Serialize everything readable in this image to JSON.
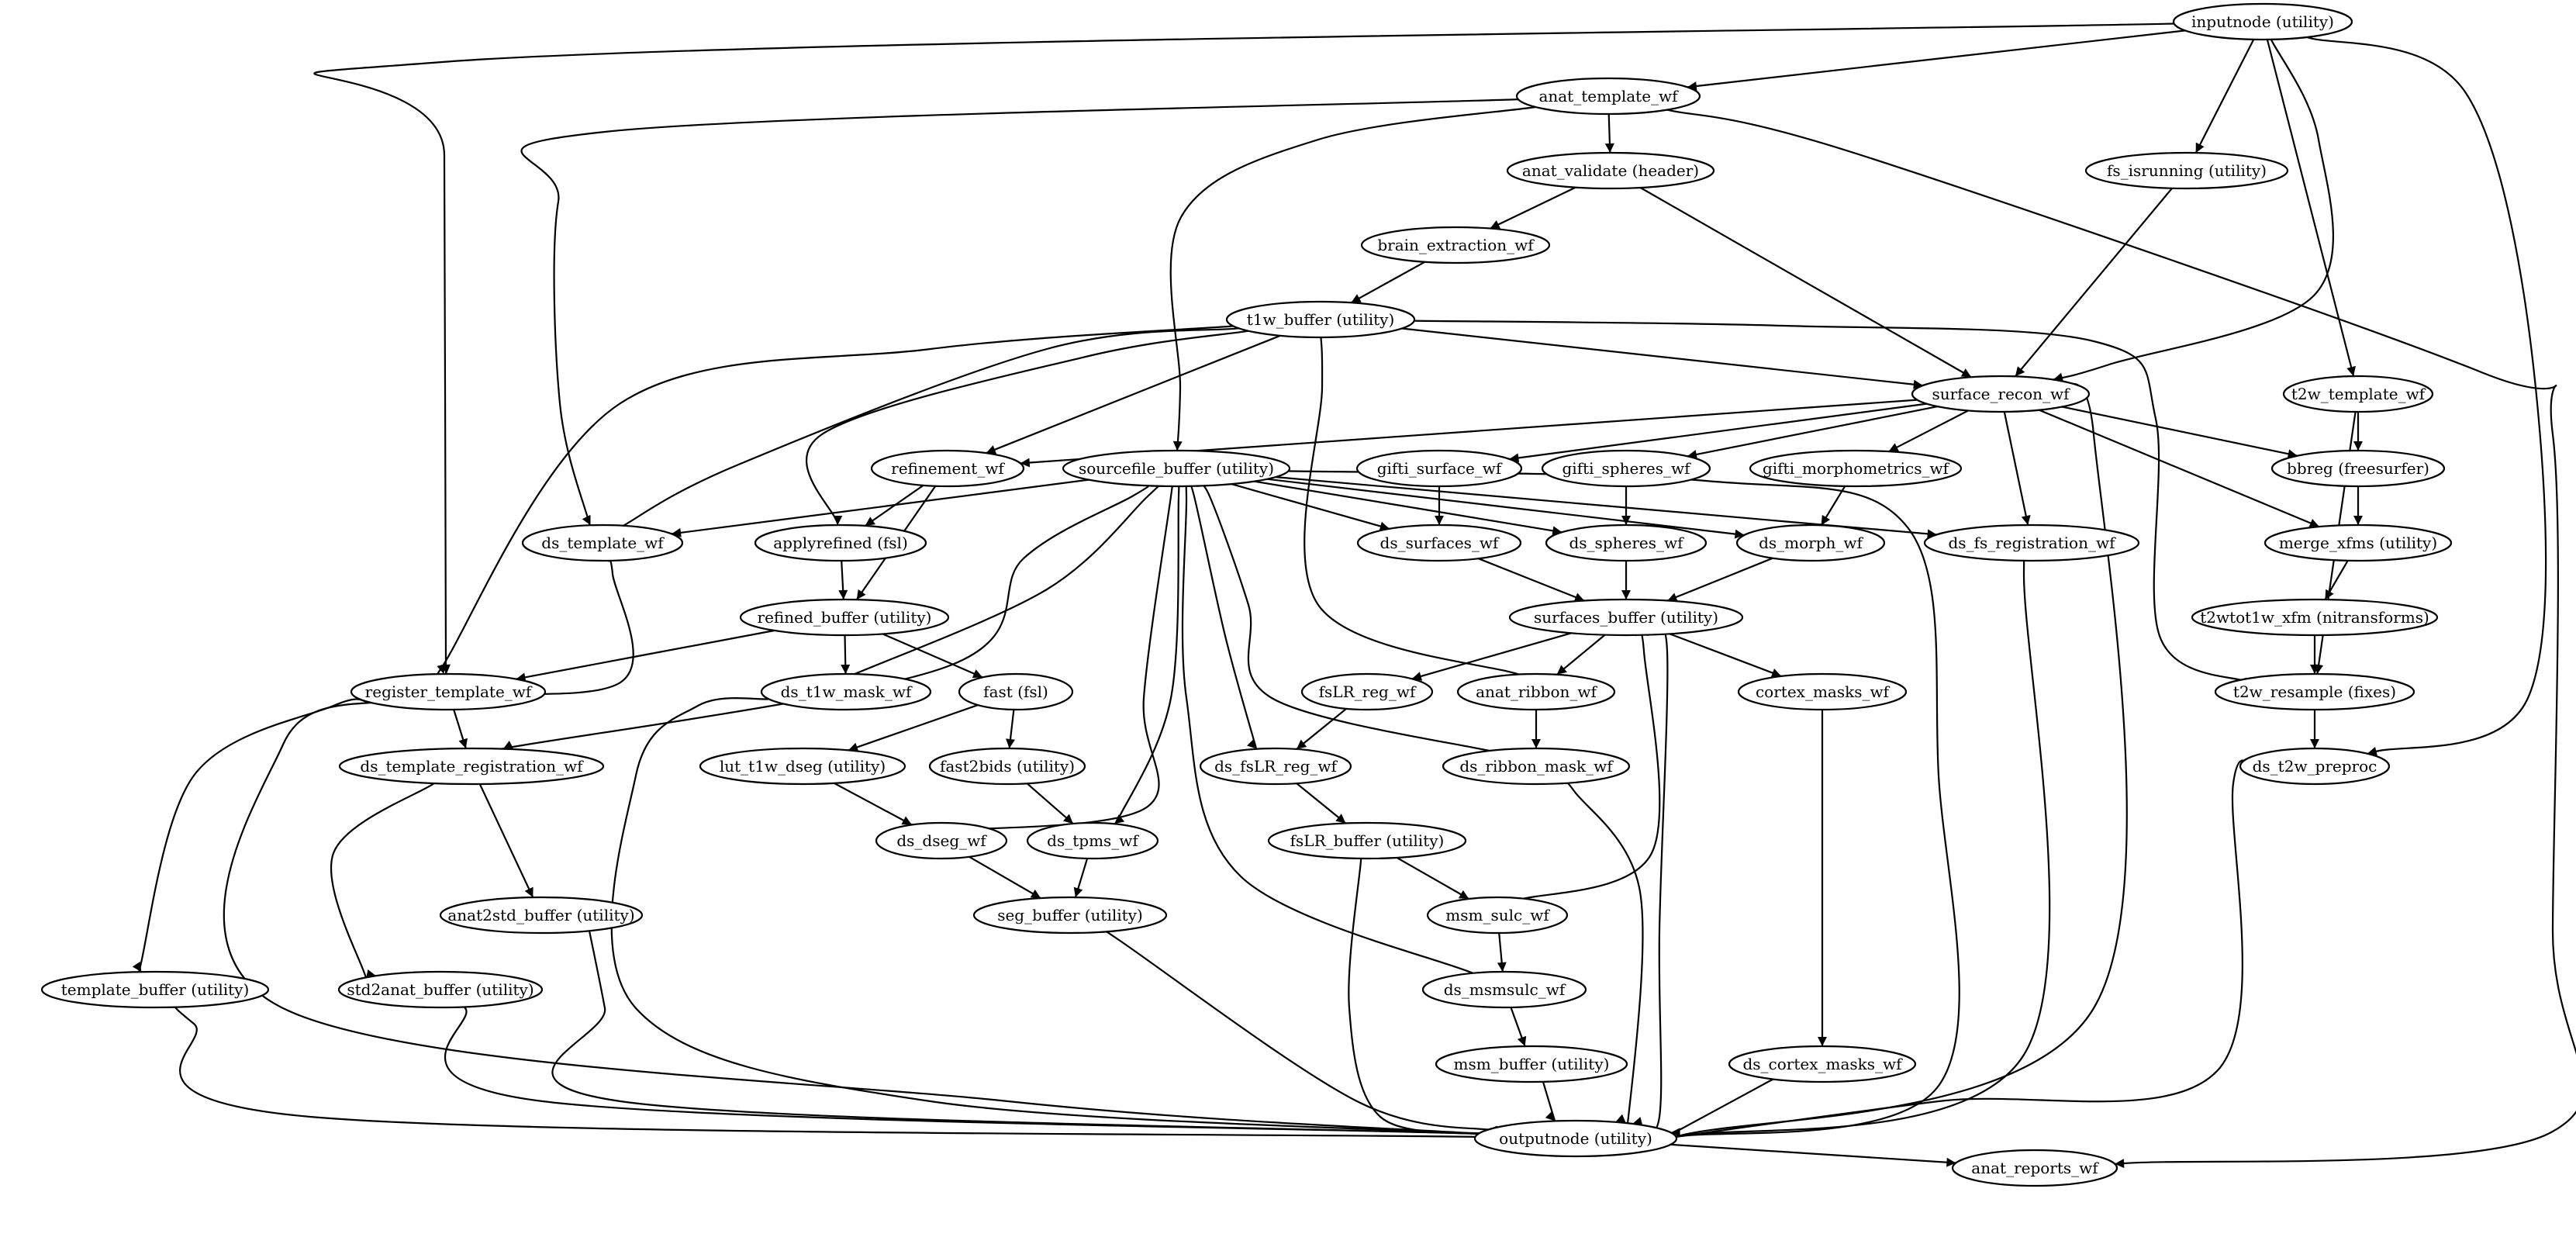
{
  "diagram": {
    "nodes": [
      {
        "id": "inputnode",
        "label": "inputnode (utility)"
      },
      {
        "id": "anat_template_wf",
        "label": "anat_template_wf"
      },
      {
        "id": "anat_validate",
        "label": "anat_validate (header)"
      },
      {
        "id": "fs_isrunning",
        "label": "fs_isrunning (utility)"
      },
      {
        "id": "brain_extraction_wf",
        "label": "brain_extraction_wf"
      },
      {
        "id": "t1w_buffer",
        "label": "t1w_buffer (utility)"
      },
      {
        "id": "surface_recon_wf",
        "label": "surface_recon_wf"
      },
      {
        "id": "t2w_template_wf",
        "label": "t2w_template_wf"
      },
      {
        "id": "refinement_wf",
        "label": "refinement_wf"
      },
      {
        "id": "sourcefile_buffer",
        "label": "sourcefile_buffer (utility)"
      },
      {
        "id": "gifti_surface_wf",
        "label": "gifti_surface_wf"
      },
      {
        "id": "gifti_spheres_wf",
        "label": "gifti_spheres_wf"
      },
      {
        "id": "gifti_morphometrics_wf",
        "label": "gifti_morphometrics_wf"
      },
      {
        "id": "bbreg",
        "label": "bbreg (freesurfer)"
      },
      {
        "id": "ds_template_wf",
        "label": "ds_template_wf"
      },
      {
        "id": "applyrefined",
        "label": "applyrefined (fsl)"
      },
      {
        "id": "ds_surfaces_wf",
        "label": "ds_surfaces_wf"
      },
      {
        "id": "ds_spheres_wf",
        "label": "ds_spheres_wf"
      },
      {
        "id": "ds_morph_wf",
        "label": "ds_morph_wf"
      },
      {
        "id": "ds_fs_registration_wf",
        "label": "ds_fs_registration_wf"
      },
      {
        "id": "merge_xfms",
        "label": "merge_xfms (utility)"
      },
      {
        "id": "refined_buffer",
        "label": "refined_buffer (utility)"
      },
      {
        "id": "surfaces_buffer",
        "label": "surfaces_buffer (utility)"
      },
      {
        "id": "t2wtot1w_xfm",
        "label": "t2wtot1w_xfm (nitransforms)"
      },
      {
        "id": "register_template_wf",
        "label": "register_template_wf"
      },
      {
        "id": "ds_t1w_mask_wf",
        "label": "ds_t1w_mask_wf"
      },
      {
        "id": "fast",
        "label": "fast (fsl)"
      },
      {
        "id": "fsLR_reg_wf",
        "label": "fsLR_reg_wf"
      },
      {
        "id": "anat_ribbon_wf",
        "label": "anat_ribbon_wf"
      },
      {
        "id": "cortex_masks_wf",
        "label": "cortex_masks_wf"
      },
      {
        "id": "t2w_resample",
        "label": "t2w_resample (fixes)"
      },
      {
        "id": "ds_template_registration_wf",
        "label": "ds_template_registration_wf"
      },
      {
        "id": "lut_t1w_dseg",
        "label": "lut_t1w_dseg (utility)"
      },
      {
        "id": "fast2bids",
        "label": "fast2bids (utility)"
      },
      {
        "id": "ds_fsLR_reg_wf",
        "label": "ds_fsLR_reg_wf"
      },
      {
        "id": "ds_ribbon_mask_wf",
        "label": "ds_ribbon_mask_wf"
      },
      {
        "id": "ds_t2w_preproc",
        "label": "ds_t2w_preproc"
      },
      {
        "id": "ds_dseg_wf",
        "label": "ds_dseg_wf"
      },
      {
        "id": "ds_tpms_wf",
        "label": "ds_tpms_wf"
      },
      {
        "id": "fsLR_buffer",
        "label": "fsLR_buffer (utility)"
      },
      {
        "id": "anat2std_buffer",
        "label": "anat2std_buffer (utility)"
      },
      {
        "id": "seg_buffer",
        "label": "seg_buffer (utility)"
      },
      {
        "id": "msm_sulc_wf",
        "label": "msm_sulc_wf"
      },
      {
        "id": "template_buffer",
        "label": "template_buffer (utility)"
      },
      {
        "id": "std2anat_buffer",
        "label": "std2anat_buffer (utility)"
      },
      {
        "id": "ds_msmsulc_wf",
        "label": "ds_msmsulc_wf"
      },
      {
        "id": "msm_buffer",
        "label": "msm_buffer (utility)"
      },
      {
        "id": "ds_cortex_masks_wf",
        "label": "ds_cortex_masks_wf"
      },
      {
        "id": "outputnode",
        "label": "outputnode (utility)"
      },
      {
        "id": "anat_reports_wf",
        "label": "anat_reports_wf"
      }
    ],
    "edges": [
      [
        "inputnode",
        "anat_template_wf"
      ],
      [
        "inputnode",
        "register_template_wf"
      ],
      [
        "inputnode",
        "fs_isrunning"
      ],
      [
        "inputnode",
        "surface_recon_wf"
      ],
      [
        "inputnode",
        "t2w_template_wf"
      ],
      [
        "inputnode",
        "ds_t2w_preproc"
      ],
      [
        "anat_template_wf",
        "anat_validate"
      ],
      [
        "anat_template_wf",
        "ds_template_wf"
      ],
      [
        "anat_template_wf",
        "sourcefile_buffer"
      ],
      [
        "anat_template_wf",
        "anat_reports_wf"
      ],
      [
        "anat_validate",
        "brain_extraction_wf"
      ],
      [
        "anat_validate",
        "surface_recon_wf"
      ],
      [
        "fs_isrunning",
        "surface_recon_wf"
      ],
      [
        "brain_extraction_wf",
        "t1w_buffer"
      ],
      [
        "t1w_buffer",
        "surface_recon_wf"
      ],
      [
        "t1w_buffer",
        "refinement_wf"
      ],
      [
        "t1w_buffer",
        "ds_template_wf"
      ],
      [
        "t1w_buffer",
        "applyrefined"
      ],
      [
        "t1w_buffer",
        "register_template_wf"
      ],
      [
        "t1w_buffer",
        "anat_ribbon_wf"
      ],
      [
        "t1w_buffer",
        "t2w_resample"
      ],
      [
        "surface_recon_wf",
        "refinement_wf"
      ],
      [
        "surface_recon_wf",
        "gifti_surface_wf"
      ],
      [
        "surface_recon_wf",
        "gifti_spheres_wf"
      ],
      [
        "surface_recon_wf",
        "gifti_morphometrics_wf"
      ],
      [
        "surface_recon_wf",
        "bbreg"
      ],
      [
        "surface_recon_wf",
        "merge_xfms"
      ],
      [
        "surface_recon_wf",
        "ds_fs_registration_wf"
      ],
      [
        "surface_recon_wf",
        "outputnode"
      ],
      [
        "t2w_template_wf",
        "bbreg"
      ],
      [
        "t2w_template_wf",
        "t2w_resample"
      ],
      [
        "refinement_wf",
        "applyrefined"
      ],
      [
        "refinement_wf",
        "refined_buffer"
      ],
      [
        "sourcefile_buffer",
        "ds_template_wf"
      ],
      [
        "sourcefile_buffer",
        "ds_surfaces_wf"
      ],
      [
        "sourcefile_buffer",
        "ds_spheres_wf"
      ],
      [
        "sourcefile_buffer",
        "ds_morph_wf"
      ],
      [
        "sourcefile_buffer",
        "ds_fs_registration_wf"
      ],
      [
        "sourcefile_buffer",
        "ds_t1w_mask_wf"
      ],
      [
        "sourcefile_buffer",
        "ds_template_registration_wf"
      ],
      [
        "sourcefile_buffer",
        "ds_dseg_wf"
      ],
      [
        "sourcefile_buffer",
        "ds_tpms_wf"
      ],
      [
        "sourcefile_buffer",
        "ds_fsLR_reg_wf"
      ],
      [
        "sourcefile_buffer",
        "ds_ribbon_mask_wf"
      ],
      [
        "sourcefile_buffer",
        "ds_msmsulc_wf"
      ],
      [
        "sourcefile_buffer",
        "outputnode"
      ],
      [
        "gifti_surface_wf",
        "ds_surfaces_wf"
      ],
      [
        "gifti_spheres_wf",
        "ds_spheres_wf"
      ],
      [
        "gifti_morphometrics_wf",
        "ds_morph_wf"
      ],
      [
        "bbreg",
        "merge_xfms"
      ],
      [
        "merge_xfms",
        "t2wtot1w_xfm"
      ],
      [
        "t2wtot1w_xfm",
        "t2w_resample"
      ],
      [
        "t2w_resample",
        "ds_t2w_preproc"
      ],
      [
        "ds_t2w_preproc",
        "outputnode"
      ],
      [
        "applyrefined",
        "refined_buffer"
      ],
      [
        "ds_surfaces_wf",
        "surfaces_buffer"
      ],
      [
        "ds_spheres_wf",
        "surfaces_buffer"
      ],
      [
        "ds_morph_wf",
        "surfaces_buffer"
      ],
      [
        "ds_template_wf",
        "outputnode"
      ],
      [
        "ds_fs_registration_wf",
        "outputnode"
      ],
      [
        "refined_buffer",
        "register_template_wf"
      ],
      [
        "refined_buffer",
        "ds_t1w_mask_wf"
      ],
      [
        "refined_buffer",
        "fast"
      ],
      [
        "surfaces_buffer",
        "fsLR_reg_wf"
      ],
      [
        "surfaces_buffer",
        "anat_ribbon_wf"
      ],
      [
        "surfaces_buffer",
        "cortex_masks_wf"
      ],
      [
        "surfaces_buffer",
        "msm_sulc_wf"
      ],
      [
        "surfaces_buffer",
        "outputnode"
      ],
      [
        "register_template_wf",
        "ds_template_registration_wf"
      ],
      [
        "register_template_wf",
        "template_buffer"
      ],
      [
        "ds_t1w_mask_wf",
        "outputnode"
      ],
      [
        "fast",
        "lut_t1w_dseg"
      ],
      [
        "fast",
        "fast2bids"
      ],
      [
        "fsLR_reg_wf",
        "ds_fsLR_reg_wf"
      ],
      [
        "anat_ribbon_wf",
        "ds_ribbon_mask_wf"
      ],
      [
        "cortex_masks_wf",
        "ds_cortex_masks_wf"
      ],
      [
        "ds_template_registration_wf",
        "anat2std_buffer"
      ],
      [
        "ds_template_registration_wf",
        "std2anat_buffer"
      ],
      [
        "lut_t1w_dseg",
        "ds_dseg_wf"
      ],
      [
        "fast2bids",
        "ds_tpms_wf"
      ],
      [
        "ds_fsLR_reg_wf",
        "fsLR_buffer"
      ],
      [
        "ds_ribbon_mask_wf",
        "outputnode"
      ],
      [
        "ds_dseg_wf",
        "seg_buffer"
      ],
      [
        "ds_tpms_wf",
        "seg_buffer"
      ],
      [
        "fsLR_buffer",
        "msm_sulc_wf"
      ],
      [
        "fsLR_buffer",
        "outputnode"
      ],
      [
        "anat2std_buffer",
        "outputnode"
      ],
      [
        "seg_buffer",
        "outputnode"
      ],
      [
        "msm_sulc_wf",
        "ds_msmsulc_wf"
      ],
      [
        "template_buffer",
        "outputnode"
      ],
      [
        "std2anat_buffer",
        "outputnode"
      ],
      [
        "ds_msmsulc_wf",
        "msm_buffer"
      ],
      [
        "msm_buffer",
        "outputnode"
      ],
      [
        "ds_cortex_masks_wf",
        "outputnode"
      ],
      [
        "outputnode",
        "anat_reports_wf"
      ]
    ]
  }
}
